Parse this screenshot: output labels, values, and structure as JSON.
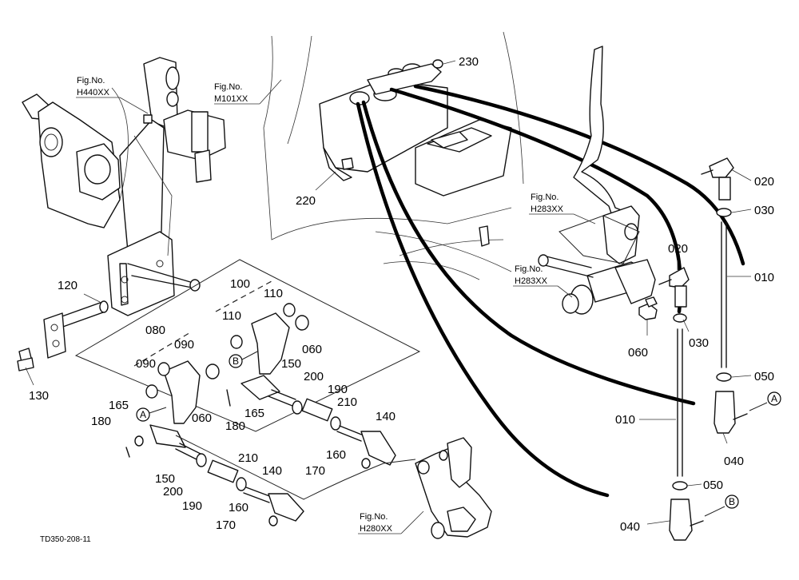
{
  "drawing": {
    "doc_code": "TD350-208-11",
    "fig_refs": {
      "h440": {
        "label": "Fig.No.",
        "code": "H440XX"
      },
      "m101": {
        "label": "Fig.No.",
        "code": "M101XX"
      },
      "h283_upper": {
        "label": "Fig.No.",
        "code": "H283XX"
      },
      "h283_lower": {
        "label": "Fig.No.",
        "code": "H283XX"
      },
      "h280": {
        "label": "Fig.No.",
        "code": "H280XX"
      }
    },
    "callouts": {
      "c230": "230",
      "c220": "220",
      "c120": "120",
      "c130": "130",
      "c100": "100",
      "c110a": "110",
      "c110b": "110",
      "c080": "080",
      "c090a": "090",
      "c090b": "090",
      "c060a": "060",
      "c060b": "060",
      "c060c": "060",
      "c150a": "150",
      "c150b": "150",
      "c200a": "200",
      "c200b": "200",
      "c190a": "190",
      "c190b": "190",
      "c210a": "210",
      "c210b": "210",
      "c140a": "140",
      "c140b": "140",
      "c165a": "165",
      "c165b": "165",
      "c180a": "180",
      "c180b": "180",
      "c160a": "160",
      "c160b": "160",
      "c170a": "170",
      "c170b": "170",
      "c020a": "020",
      "c020b": "020",
      "c030a": "030",
      "c030b": "030",
      "c010a": "010",
      "c010b": "010",
      "c050a": "050",
      "c050b": "050",
      "c040a": "040",
      "c040b": "040"
    },
    "markers": {
      "a1": "A",
      "a2": "A",
      "b1": "B",
      "b2": "B"
    }
  }
}
